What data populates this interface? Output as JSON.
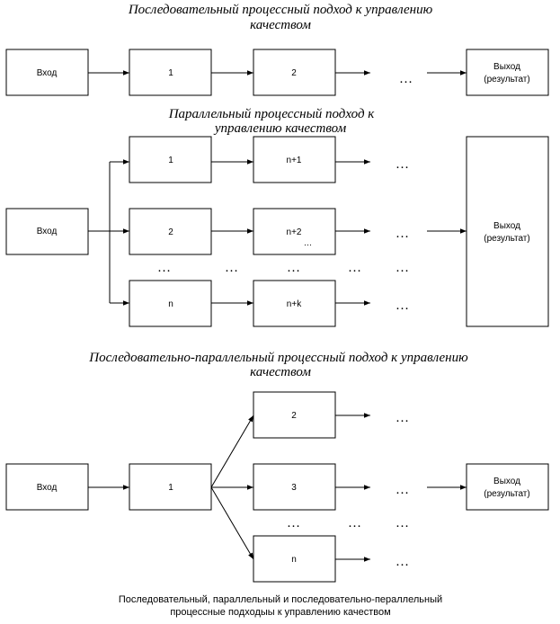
{
  "section1": {
    "title_line1": "Последовательный процессный подход к управлению",
    "title_line2": "качеством",
    "input": "Вход",
    "step1": "1",
    "step2": "2",
    "dots": "…",
    "output_line1": "Выход",
    "output_line2": "(результат)"
  },
  "section2": {
    "title_line1": "Параллельный процессный подход к",
    "title_line2": "управлению качеством",
    "input": "Вход",
    "p1": "1",
    "p2": "2",
    "pn": "n",
    "q1": "n+1",
    "q2": "n+2",
    "qk": "n+k",
    "dots": "…",
    "output_line1": "Выход",
    "output_line2": "(результат)"
  },
  "section3": {
    "title_line1": "Последовательно-параллельный процессный подход к управлению",
    "title_line2": "качеством",
    "input": "Вход",
    "step1": "1",
    "b2": "2",
    "b3": "3",
    "bn": "n",
    "dots": "…",
    "output_line1": "Выход",
    "output_line2": "(результат)"
  },
  "caption": {
    "line1": "Последовательный, параллельный и последовательно-пераллельный",
    "line2": "процессные подходыы к управлению качеством"
  }
}
